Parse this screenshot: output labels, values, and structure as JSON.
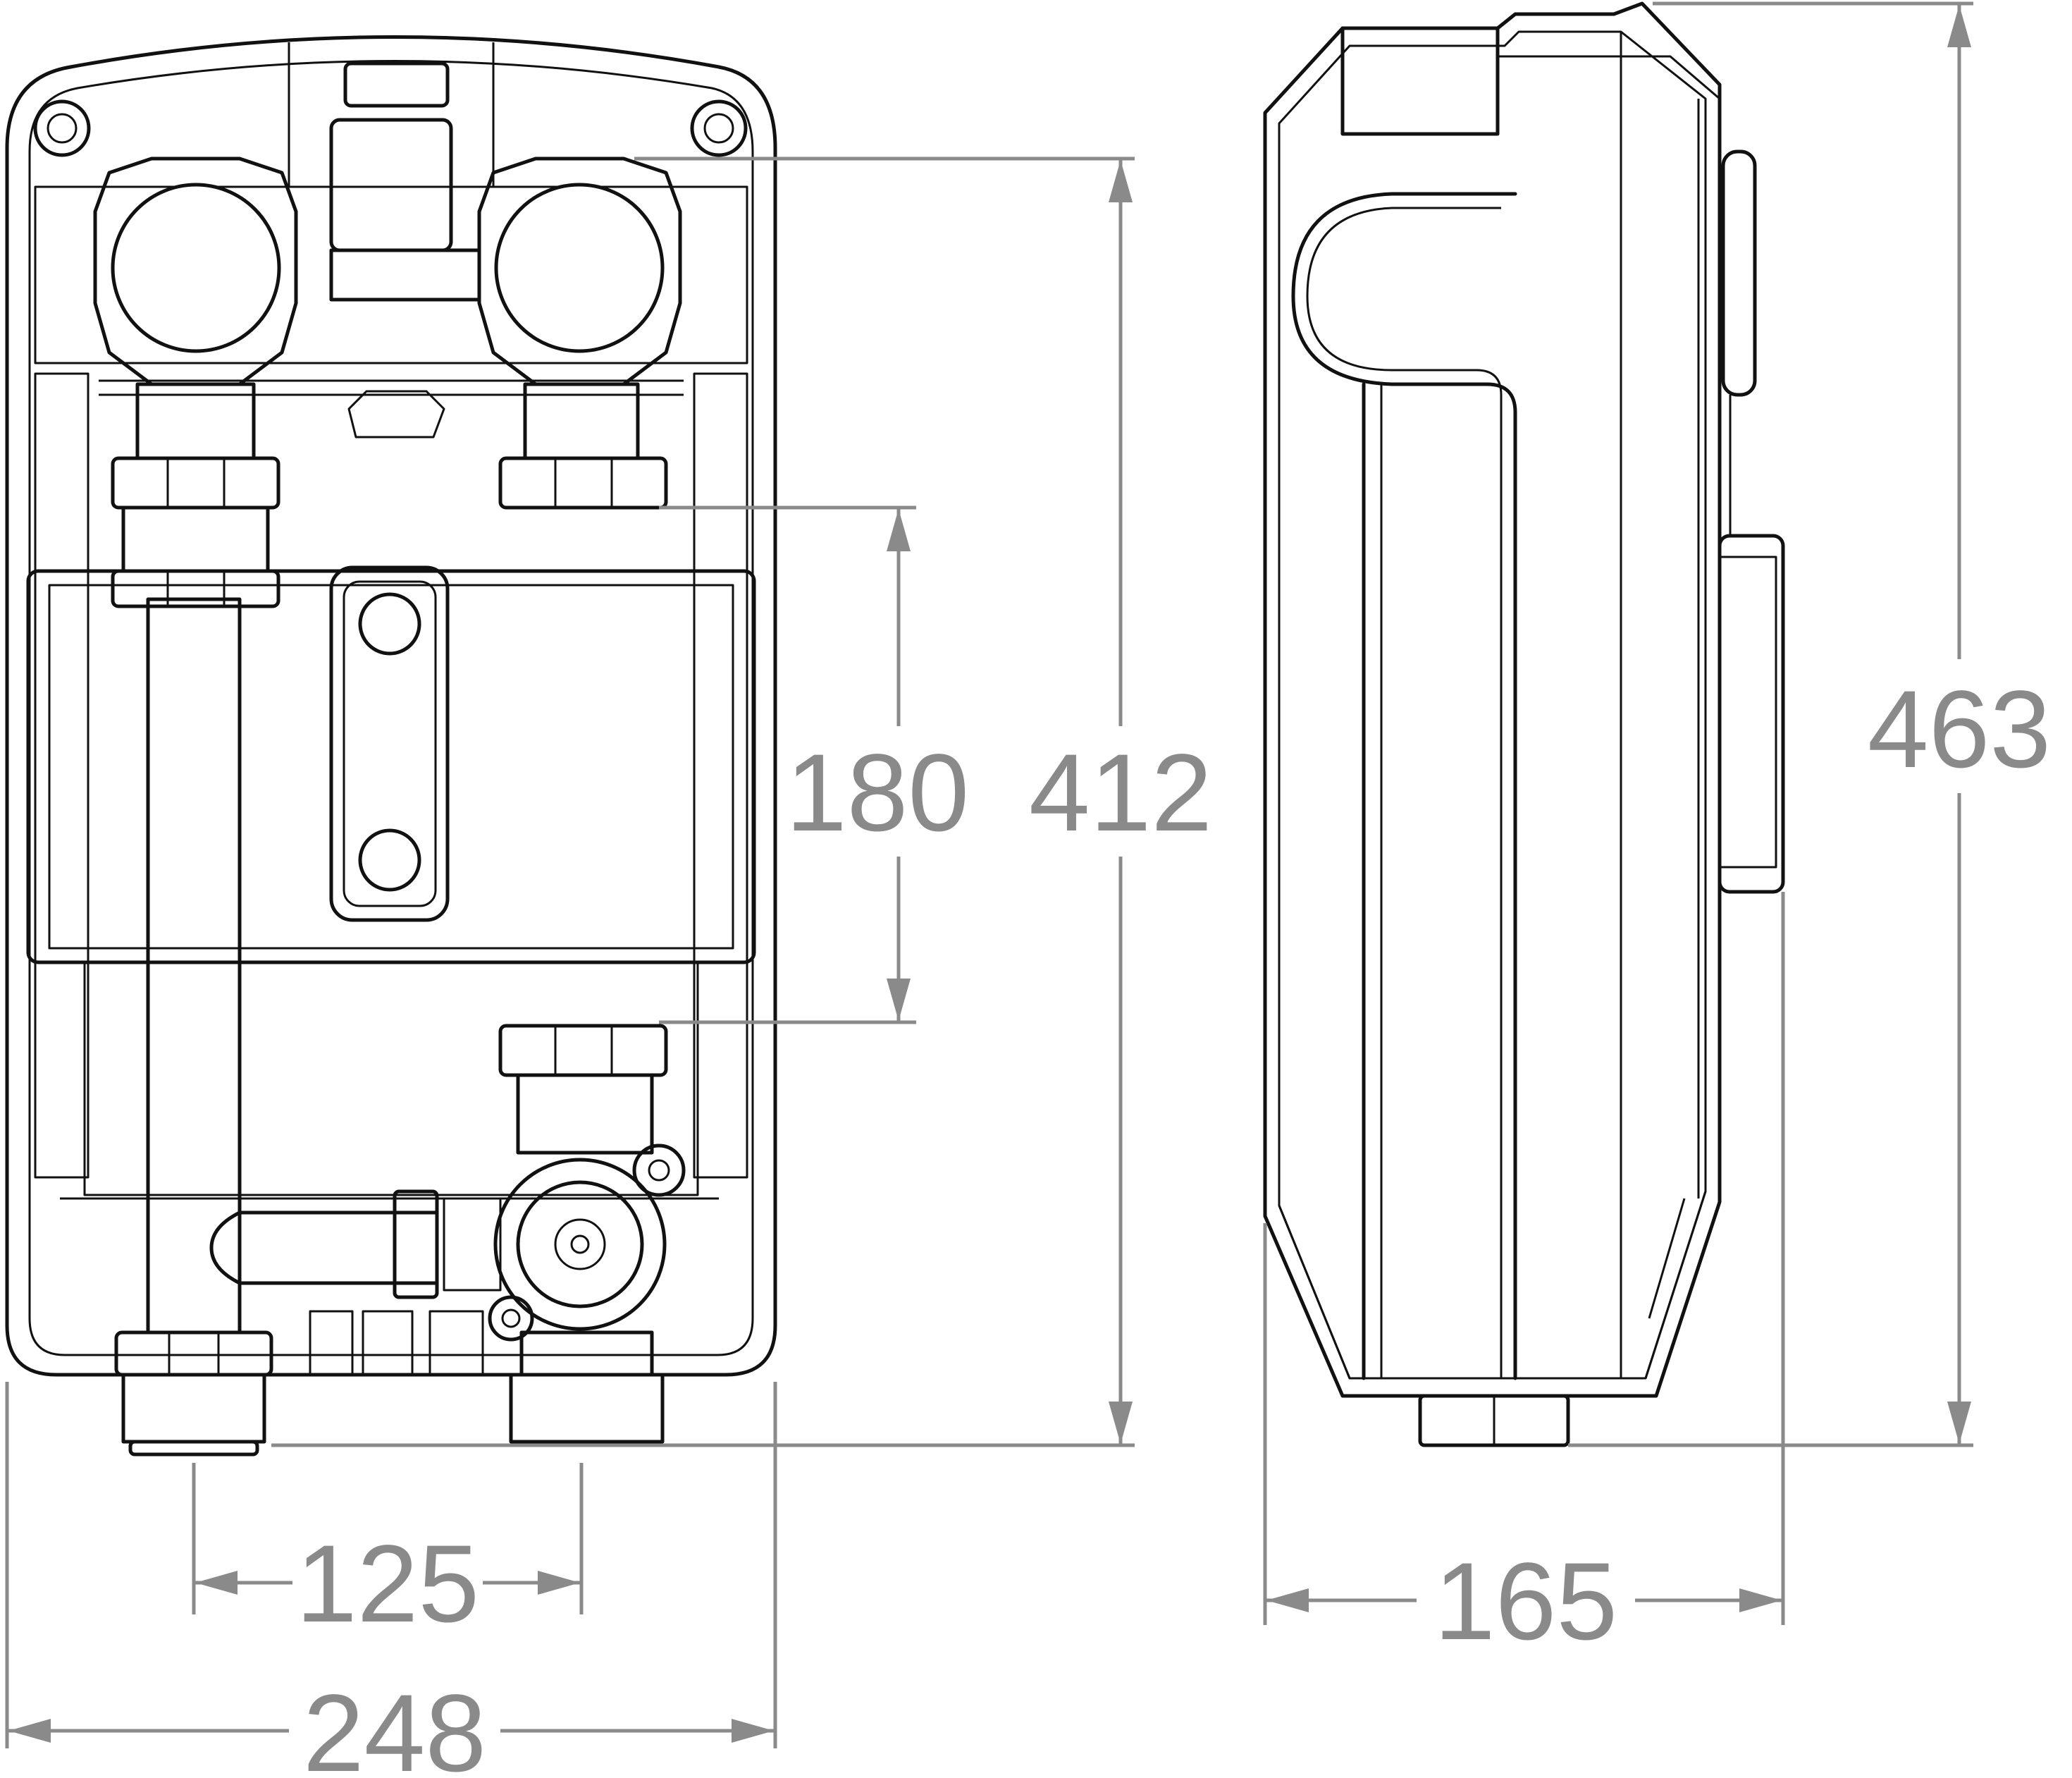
{
  "dimensions": {
    "width_front": "248",
    "width_side": "165",
    "height_inner": "412",
    "height_total": "463",
    "spacing_mounting": "180",
    "spacing_pipes": "125"
  }
}
